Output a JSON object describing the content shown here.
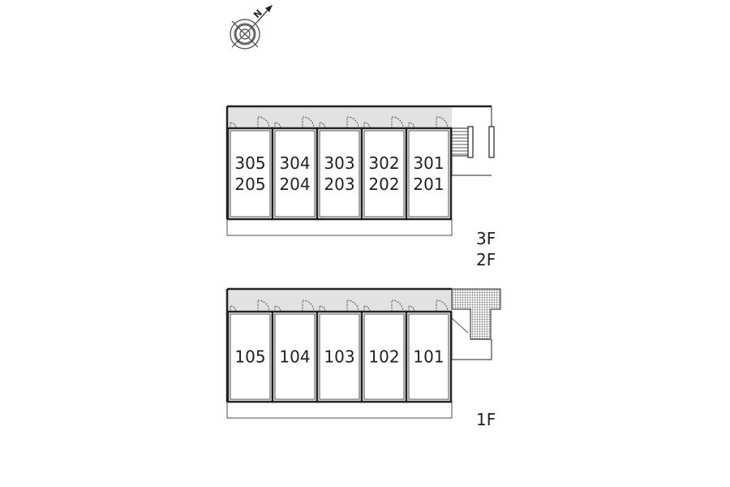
{
  "compass": {
    "north_label": "N",
    "icon": "compass-icon"
  },
  "buildings": [
    {
      "floor_labels": [
        "3F",
        "2F"
      ],
      "units": [
        {
          "lines": [
            "305",
            "205"
          ]
        },
        {
          "lines": [
            "304",
            "204"
          ]
        },
        {
          "lines": [
            "303",
            "203"
          ]
        },
        {
          "lines": [
            "302",
            "202"
          ]
        },
        {
          "lines": [
            "301",
            "201"
          ]
        }
      ]
    },
    {
      "floor_labels": [
        "1F"
      ],
      "units": [
        {
          "lines": [
            "105"
          ]
        },
        {
          "lines": [
            "104"
          ]
        },
        {
          "lines": [
            "103"
          ]
        },
        {
          "lines": [
            "102"
          ]
        },
        {
          "lines": [
            "101"
          ]
        }
      ]
    }
  ],
  "colors": {
    "line": "#222222",
    "corridor": "#e2e2e2",
    "paving": "#888888"
  }
}
